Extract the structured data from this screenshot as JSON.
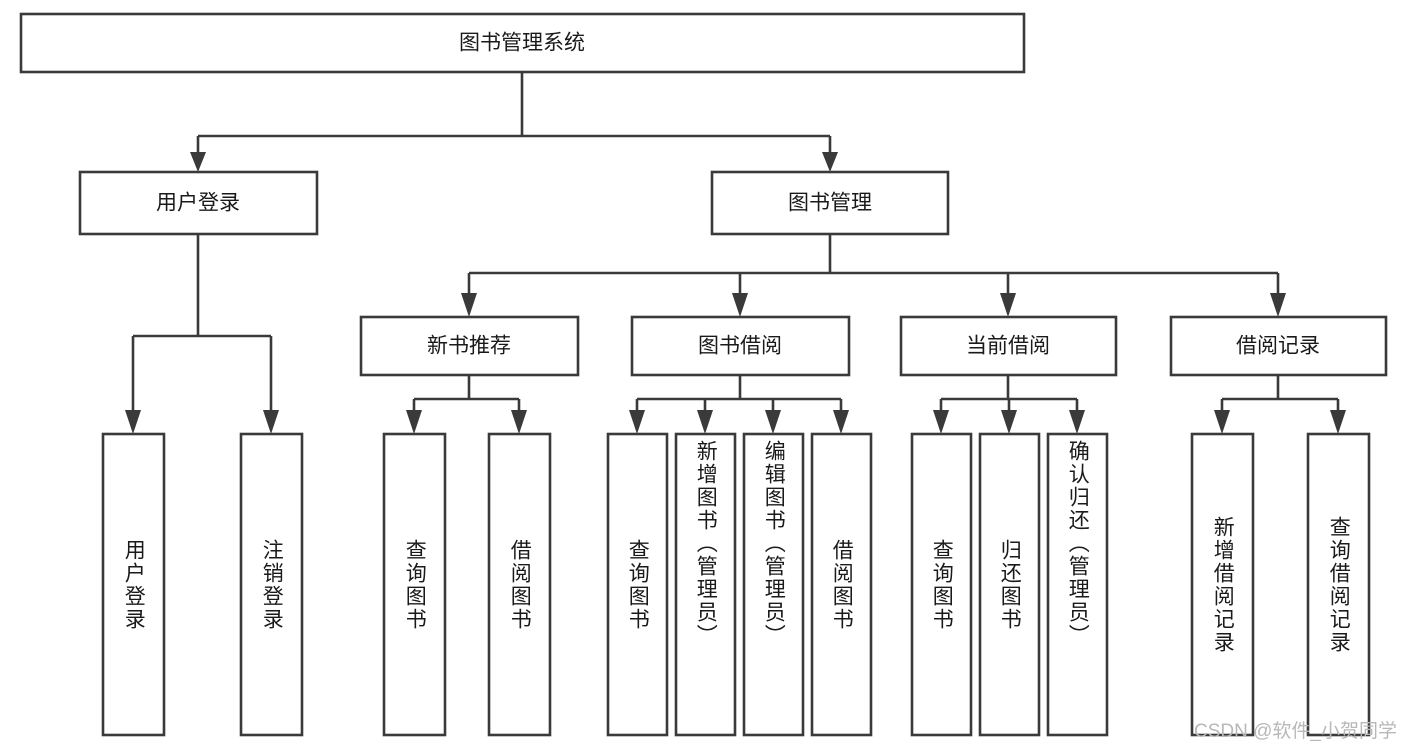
{
  "diagram": {
    "type": "tree-hierarchy",
    "title": "图书管理系统",
    "root": {
      "id": "root",
      "label": "图书管理系统",
      "orientation": "horizontal"
    },
    "level2": [
      {
        "id": "user-login",
        "label": "用户登录",
        "orientation": "horizontal"
      },
      {
        "id": "book-manage",
        "label": "图书管理",
        "orientation": "horizontal"
      }
    ],
    "level3": [
      {
        "id": "new-book-recommend",
        "label": "新书推荐",
        "orientation": "horizontal",
        "parent": "book-manage"
      },
      {
        "id": "book-borrow",
        "label": "图书借阅",
        "orientation": "horizontal",
        "parent": "book-manage"
      },
      {
        "id": "current-borrow",
        "label": "当前借阅",
        "orientation": "horizontal",
        "parent": "book-manage"
      },
      {
        "id": "borrow-record",
        "label": "借阅记录",
        "orientation": "horizontal",
        "parent": "book-manage"
      }
    ],
    "leaves": [
      {
        "id": "leaf-user-login",
        "label": "用户登录",
        "parent": "user-login",
        "orientation": "vertical"
      },
      {
        "id": "leaf-user-logout",
        "label": "注销登录",
        "parent": "user-login",
        "orientation": "vertical"
      },
      {
        "id": "leaf-query-book-1",
        "label": "查询图书",
        "parent": "new-book-recommend",
        "orientation": "vertical"
      },
      {
        "id": "leaf-borrow-book-1",
        "label": "借阅图书",
        "parent": "new-book-recommend",
        "orientation": "vertical"
      },
      {
        "id": "leaf-query-book-2",
        "label": "查询图书",
        "parent": "book-borrow",
        "orientation": "vertical"
      },
      {
        "id": "leaf-add-book",
        "label": "新增图书（管理员）",
        "parent": "book-borrow",
        "orientation": "vertical"
      },
      {
        "id": "leaf-edit-book",
        "label": "编辑图书（管理员）",
        "parent": "book-borrow",
        "orientation": "vertical"
      },
      {
        "id": "leaf-borrow-book-2",
        "label": "借阅图书",
        "parent": "book-borrow",
        "orientation": "vertical"
      },
      {
        "id": "leaf-query-book-3",
        "label": "查询图书",
        "parent": "current-borrow",
        "orientation": "vertical"
      },
      {
        "id": "leaf-return-book",
        "label": "归还图书",
        "parent": "current-borrow",
        "orientation": "vertical"
      },
      {
        "id": "leaf-confirm-return",
        "label": "确认归还（管理员）",
        "parent": "current-borrow",
        "orientation": "vertical"
      },
      {
        "id": "leaf-add-record",
        "label": "新增借阅记录",
        "parent": "borrow-record",
        "orientation": "vertical"
      },
      {
        "id": "leaf-query-record",
        "label": "查询借阅记录",
        "parent": "borrow-record",
        "orientation": "vertical"
      }
    ],
    "colors": {
      "box_stroke": "#3a3a3a",
      "box_fill": "#ffffff",
      "text": "#1a1a1a",
      "background": "#ffffff",
      "watermark": "#b8b8b8"
    }
  },
  "watermark": {
    "text": "CSDN @软件_小贺同学"
  }
}
